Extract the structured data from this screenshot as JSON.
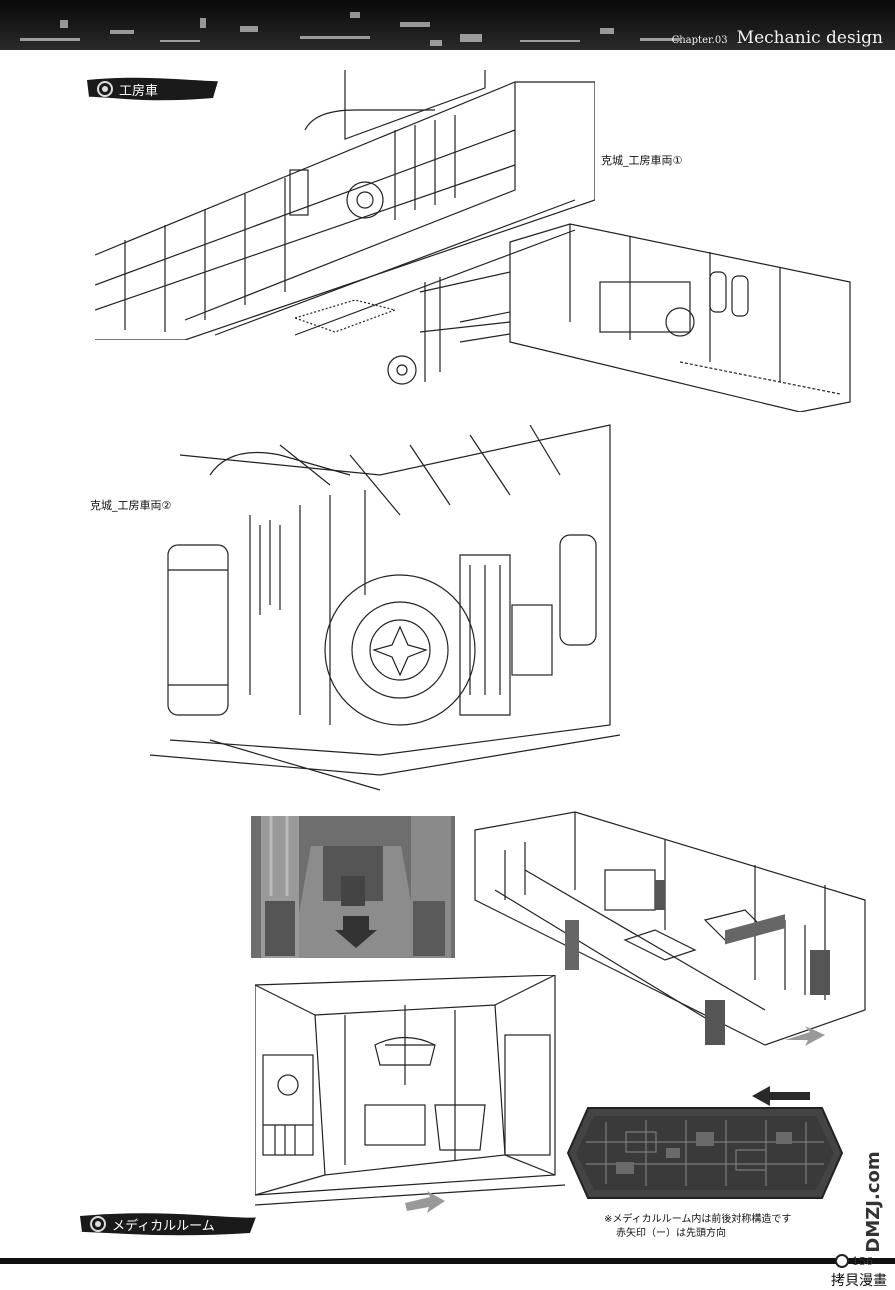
{
  "header": {
    "chapter_label": "Chapter.03",
    "chapter_title": "Mechanic design"
  },
  "sections": {
    "workshop_title": "工房車",
    "medical_title": "メディカルルーム"
  },
  "captions": {
    "workshop_1": "克城_工房車両①",
    "workshop_2": "克城_工房車両②"
  },
  "note": {
    "line1": "※メディカルルーム内は前後対称構造です",
    "line2": "赤矢印（ー）は先頭方向"
  },
  "footer": {
    "page_number": "156",
    "stamp": "拷貝漫畫",
    "watermark": "DMZJ.com"
  },
  "colors": {
    "ink": "#111111",
    "band": "#141414",
    "render_gray": "#7a7a7a"
  }
}
